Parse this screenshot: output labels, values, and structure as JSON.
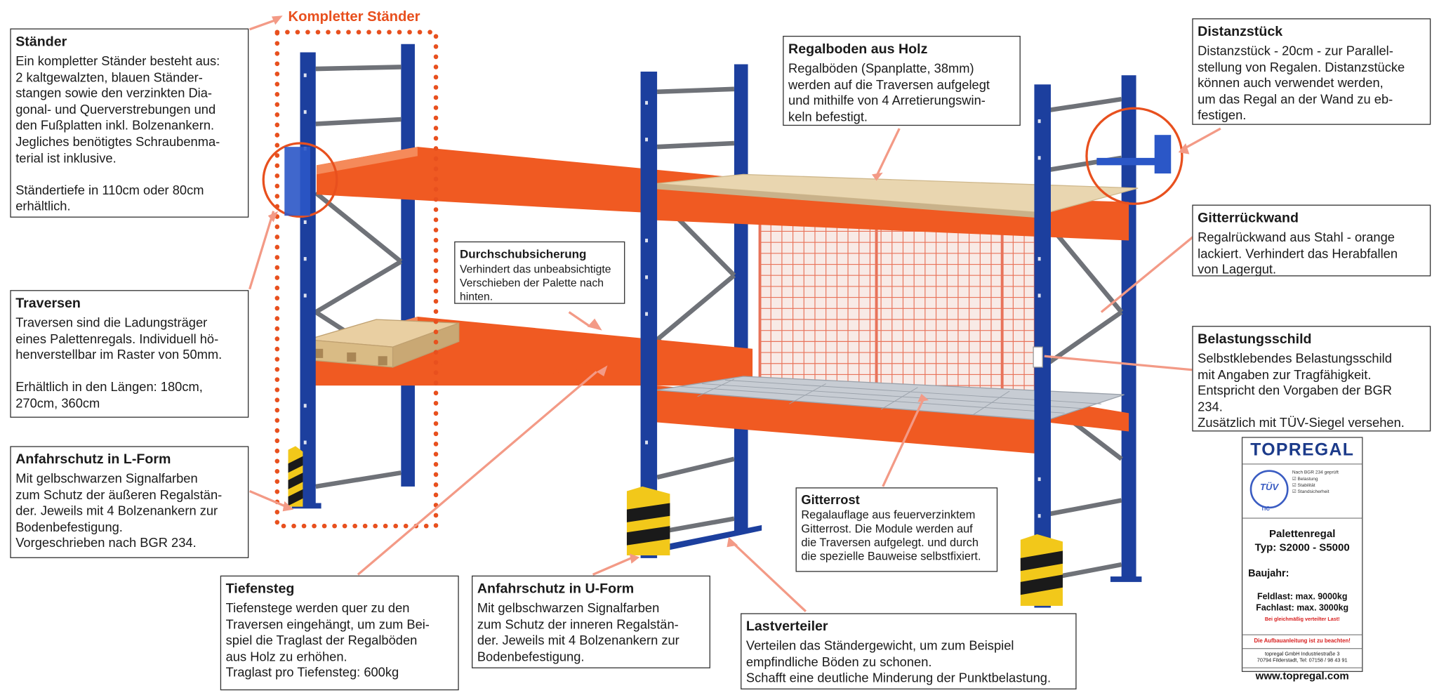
{
  "colors": {
    "upright_blue": "#1c3f9e",
    "beam_orange": "#f05a22",
    "callout_salmon": "#f39a86",
    "highlight_red": "#e8501e",
    "guard_yellow": "#f2c81a",
    "wood": "#e9d6b0",
    "brand_blue": "#1c3b8a"
  },
  "header_label": "Kompletter Ständer",
  "callouts": [
    {
      "id": "staender",
      "title": "Ständer",
      "text": "Ein kompletter Ständer besteht aus:\n2 kaltgewalzten, blauen Ständer-\nstangen sowie den verzinkten Dia-\ngonal- und Querverstrebungen und\nden Fußplatten inkl. Bolzenankern.\nJegliches benötigtes Schraubenma-\nterial ist inklusive.\n\nStändertiefe in 110cm oder 80cm\nerhältlich."
    },
    {
      "id": "traversen",
      "title": "Traversen",
      "text": "Traversen sind die Ladungsträger\neines Palettenregals. Individuell hö-\nhenverstellbar im Raster von 50mm.\n\nErhältlich in den Längen: 180cm,\n270cm, 360cm"
    },
    {
      "id": "anfahrschutz_l",
      "title": "Anfahrschutz in L-Form",
      "text": "Mit gelbschwarzen Signalfarben\nzum Schutz der äußeren Regalstän-\nder. Jeweils mit 4 Bolzenankern zur\nBodenbefestigung.\nVorgeschrieben nach BGR 234."
    },
    {
      "id": "tiefensteg",
      "title": "Tiefensteg",
      "text": "Tiefenstege werden quer zu den\nTraversen eingehängt, um zum Bei-\nspiel die Traglast der Regalböden\naus Holz zu erhöhen.\nTraglast pro Tiefensteg: 600kg"
    },
    {
      "id": "anfahrschutz_u",
      "title": "Anfahrschutz in U-Form",
      "text": "Mit gelbschwarzen Signalfarben\nzum Schutz der inneren Regalstän-\nder. Jeweils mit 4 Bolzenankern zur\nBodenbefestigung."
    },
    {
      "id": "durchschub",
      "title": "Durchschubsicherung",
      "text": "Verhindert das unbeabsichtigte\nVerschieben der Palette nach\nhinten."
    },
    {
      "id": "regalboden",
      "title": "Regalboden aus Holz",
      "text": "Regalböden (Spanplatte, 38mm)\nwerden auf die Traversen aufgelegt\nund mithilfe von 4 Arretierungswin-\nkeln befestigt."
    },
    {
      "id": "gitterrost",
      "title": "Gitterrost",
      "text": "Regalauflage aus feuerverzinktem\nGitterrost. Die Module werden auf\ndie Traversen aufgelegt. und durch\ndie spezielle Bauweise selbstfixiert."
    },
    {
      "id": "lastverteiler",
      "title": "Lastverteiler",
      "text": "Verteilen das Ständergewicht, um zum Beispiel\nempfindliche Böden zu schonen.\nSchafft eine deutliche Minderung der Punktbelastung."
    },
    {
      "id": "distanzstueck",
      "title": "Distanzstück",
      "text": "Distanzstück - 20cm - zur Parallel-\nstellung von Regalen. Distanzstücke\nkönnen auch verwendet werden,\num das Regal an der Wand zu eb-\nfestigen."
    },
    {
      "id": "gitterrueckwand",
      "title": "Gitterrückwand",
      "text": "Regalrückwand aus Stahl - orange\nlackiert. Verhindert das Herabfallen\nvon Lagergut."
    },
    {
      "id": "belastungsschild",
      "title": "Belastungsschild",
      "text": "Selbstklebendes Belastungsschild\nmit Angaben zur Tragfähigkeit.\nEntspricht den Vorgaben der BGR\n234.\nZusätzlich mit TÜV-Siegel versehen."
    }
  ],
  "plate": {
    "brand": "TOPREGAL",
    "tuv_text": "TÜV",
    "tic_text": "TIC",
    "cert_lines": [
      "Nach BGR 234 geprüft",
      "☑ Belastung",
      "☑ Stabilität",
      "☑ Standsicherheit"
    ],
    "model_line1": "Palettenregal",
    "model_line2": "Typ: S2000 - S5000",
    "baujahr": "Baujahr:",
    "feldlast": "Feldlast: max.  9000kg",
    "fachlast": "Fachlast: max. 3000kg",
    "note_red": "Bei gleichmäßig verteilter Last!",
    "warning": "Die Aufbauanleitung ist zu beachten!",
    "address": "topregal GmbH   Industriestraße 3\n70794 Filderstadt, Tel: 07158 / 98 43 91",
    "website": "www.topregal.com"
  }
}
